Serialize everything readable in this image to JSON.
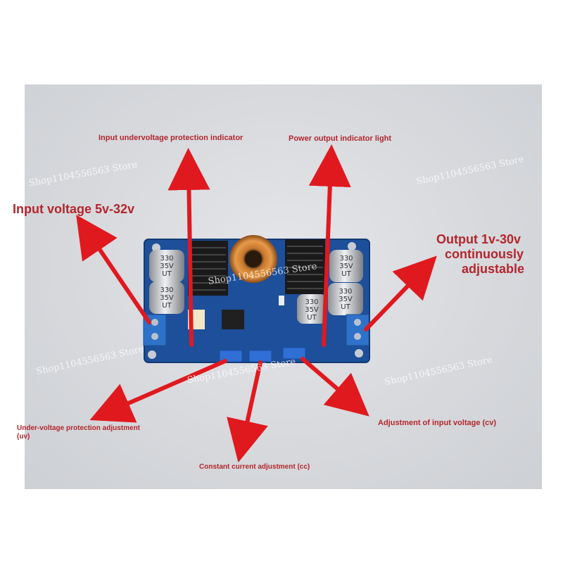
{
  "labels": {
    "input_uv_indicator": "Input undervoltage protection indicator",
    "power_output_indicator": "Power output indicator light",
    "input_voltage": "Input voltage 5v-32v",
    "output_line1": "Output 1v-30v",
    "output_line2": "continuously",
    "output_line3": "adjustable",
    "uv_adjust_line1": "Under-voltage protection adjustment",
    "uv_adjust_line2": "(uv)",
    "cc_adjust": "Constant current adjustment (cc)",
    "cv_adjust": "Adjustment of input voltage (cv)"
  },
  "watermarks": {
    "top_left": "Shop1104556563 Store",
    "top_right": "Shop1104556563 Store",
    "board_center": "Shop1104556563 Store",
    "bottom_center": "Shop1104556563 Store",
    "bottom_left": "Shop1104556563 Store",
    "right_mid": "Shop1104556563 Store"
  },
  "components": {
    "capacitor_left": {
      "value": "330",
      "voltage": "35V",
      "series": "UT"
    },
    "capacitor_right": {
      "value": "330",
      "voltage": "35V",
      "series": "UT"
    }
  },
  "colors": {
    "arrow": "#e0191f",
    "label_text": "#b3262d",
    "pcb": "#1d4f9a",
    "terminal": "#2f72c9"
  }
}
